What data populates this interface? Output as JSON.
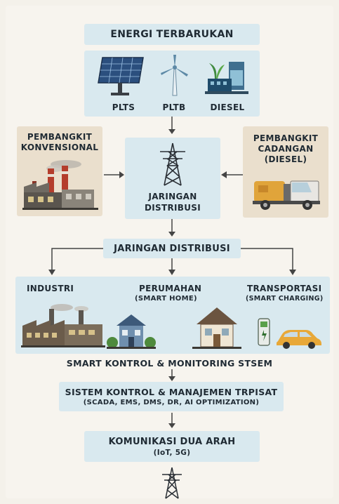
{
  "renewable": {
    "title": "ENERGI TERBARUKAN",
    "items": [
      "PLTS",
      "PLTB",
      "DIESEL"
    ]
  },
  "conventional": {
    "line1": "PEMBANGKIT",
    "line2": "KONVENSIONAL"
  },
  "backup": {
    "line1": "PEMBANGKIT",
    "line2": "CADANGAN",
    "line3": "(DIESEL)"
  },
  "grid_center": {
    "line1": "JARINGAN",
    "line2": "DISTRIBUSI"
  },
  "distribution_bar": "JARINGAN DISTRIBUSI",
  "consumers": {
    "industry": {
      "title": "INDUSTRI"
    },
    "housing": {
      "title": "PERUMAHAN",
      "subtitle": "(SMART HOME)"
    },
    "transport": {
      "title": "TRANSPORTASI",
      "subtitle": "(SMART CHARGING)"
    }
  },
  "smart_control": "SMART KONTROL & MONITORING STSEM",
  "control_system": {
    "title": "SISTEM KONTROL & MANAJEMEN TRPISAT",
    "subtitle": "(SCADA, EMS, DMS, DR, AI OPTIMIZATION)"
  },
  "communication": {
    "title": "KOMUNIKASI DUA ARAH",
    "subtitle": "(IoT, 5G)"
  }
}
